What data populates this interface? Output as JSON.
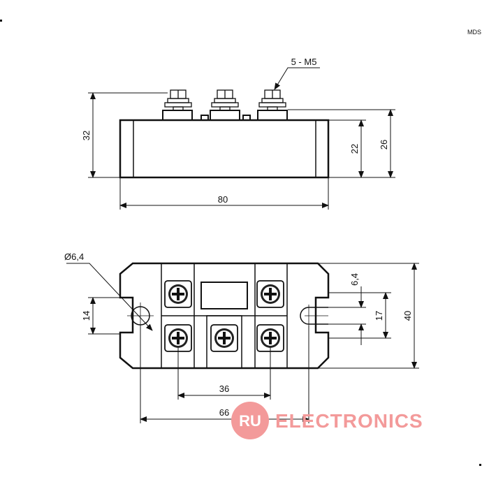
{
  "header": {
    "code": "MDS"
  },
  "side_view": {
    "dim_height_total": "32",
    "dim_width": "80",
    "dim_height_body": "22",
    "dim_height_terminal": "26",
    "screw_label": "5 - M5"
  },
  "top_view": {
    "dim_hole_diameter": "Ø6,4",
    "dim_hole_height": "14",
    "dim_terminal_spacing": "36",
    "dim_hole_spacing": "66",
    "dim_slot_offset": "6,4",
    "dim_slot_height": "17",
    "dim_depth": "40"
  },
  "watermark": {
    "logo": "RU",
    "text": "ELECTRONICS",
    "color": "#f39a9a"
  }
}
